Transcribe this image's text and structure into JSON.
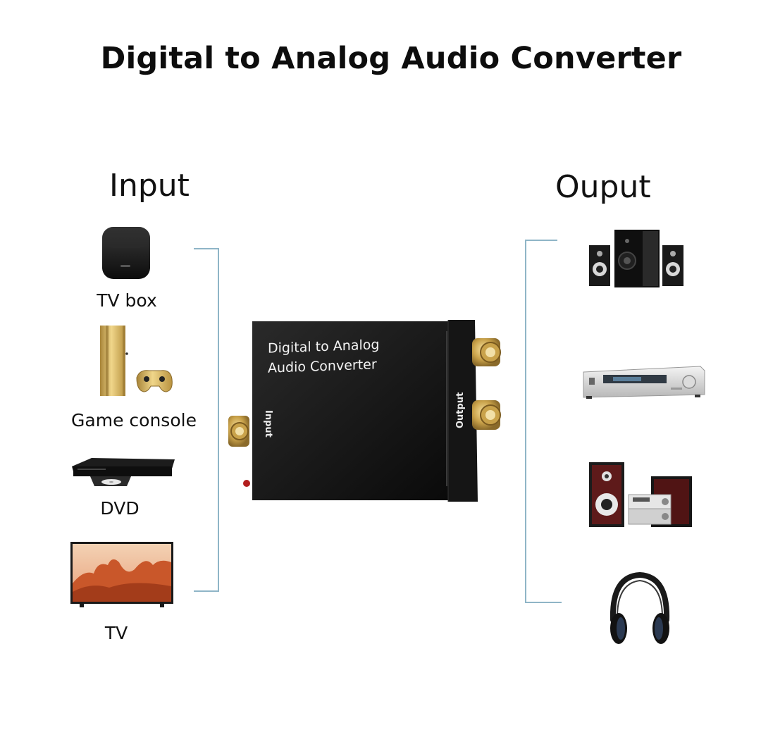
{
  "title": "Digital to Analog Audio Converter",
  "input_section": {
    "heading": "Input",
    "devices": [
      {
        "label": "TV box",
        "icon": "tv-box-icon"
      },
      {
        "label": "Game console",
        "icon": "game-console-icon"
      },
      {
        "label": "DVD",
        "icon": "dvd-player-icon"
      },
      {
        "label": "TV",
        "icon": "television-icon"
      }
    ]
  },
  "output_section": {
    "heading": "Ouput",
    "devices": [
      {
        "icon": "speaker-system-icon"
      },
      {
        "icon": "av-receiver-icon"
      },
      {
        "icon": "stereo-system-icon"
      },
      {
        "icon": "headphones-icon"
      }
    ]
  },
  "converter": {
    "face_line1": "Digital to Analog",
    "face_line2": "Audio Converter",
    "input_port_label": "Input",
    "output_port_label": "Output"
  },
  "colors": {
    "bracket": "#8fb5c7",
    "device_body": "#141414",
    "gold_connector": "#c9a24a"
  }
}
